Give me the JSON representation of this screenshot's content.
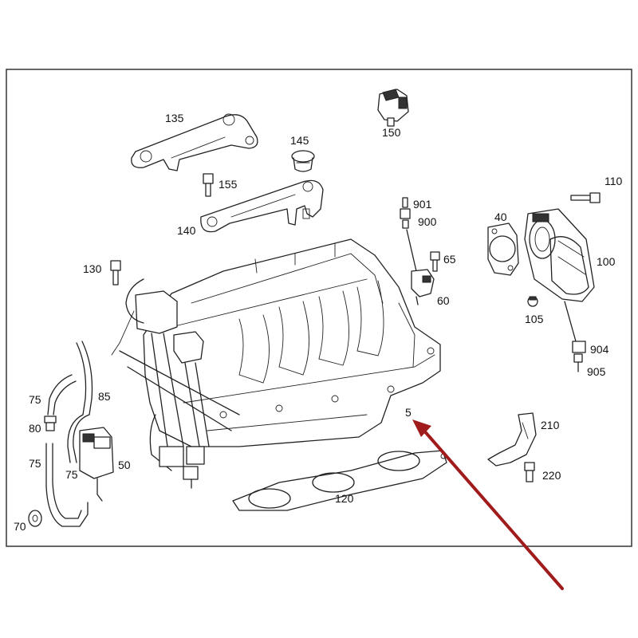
{
  "labels": {
    "p5": "5",
    "p40": "40",
    "p50": "50",
    "p60": "60",
    "p65": "65",
    "p70": "70",
    "p75a": "75",
    "p75b": "75",
    "p75c": "75",
    "p80": "80",
    "p85": "85",
    "p100": "100",
    "p105": "105",
    "p110": "110",
    "p120": "120",
    "p130": "130",
    "p135": "135",
    "p140": "140",
    "p145": "145",
    "p150": "150",
    "p155": "155",
    "p210": "210",
    "p220": "220",
    "p900": "900",
    "p901": "901",
    "p904": "904",
    "p905": "905"
  },
  "colors": {
    "frame": "#333333",
    "line": "#222222",
    "arrow": "#a01c1c",
    "background": "#ffffff"
  }
}
